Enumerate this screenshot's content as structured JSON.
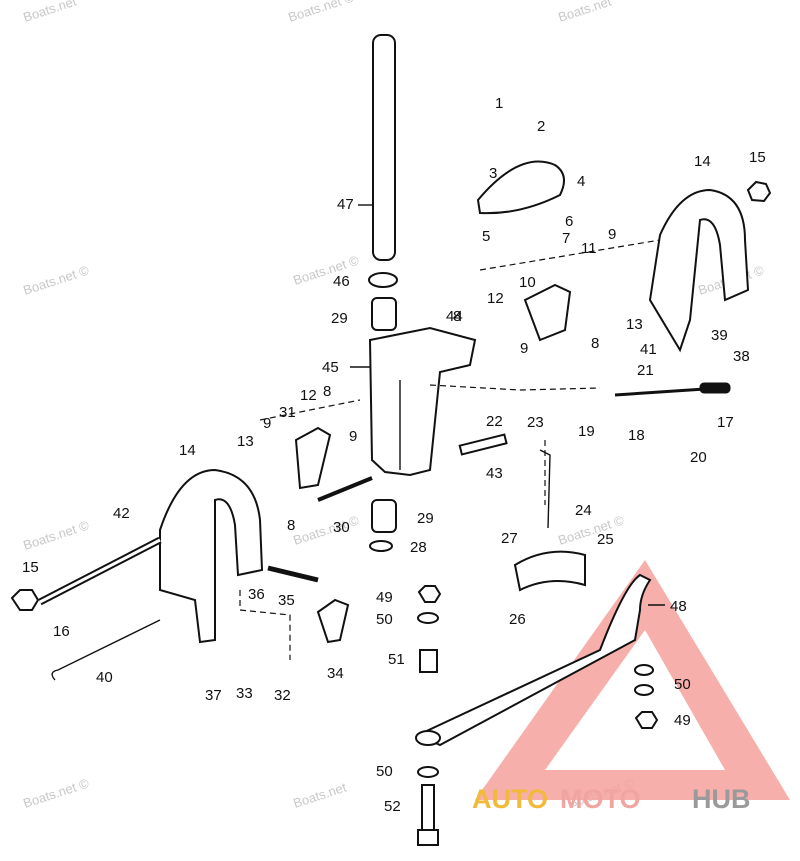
{
  "watermarks": [
    "Boats.net",
    "Boats.net ©",
    "Boats.net",
    "Boats.net ©",
    "Boats.net ©",
    "Boats.net ©",
    "Boats.net ©",
    "Boats.net ©",
    "Boats.net ©",
    "Boats.net",
    "Boats.net ©",
    "Boats.net ©"
  ],
  "brand": {
    "part1": "AUTO",
    "part2": "MOTO",
    "part3": "HUB"
  },
  "labels": [
    "1",
    "2",
    "3",
    "4",
    "5",
    "6",
    "7",
    "8",
    "9",
    "10",
    "11",
    "12",
    "13",
    "14",
    "15",
    "16",
    "17",
    "18",
    "19",
    "20",
    "21",
    "22",
    "23",
    "24",
    "25",
    "26",
    "27",
    "28",
    "29",
    "30",
    "31",
    "32",
    "33",
    "34",
    "35",
    "36",
    "37",
    "38",
    "39",
    "40",
    "41",
    "42",
    "43",
    "44",
    "45",
    "46",
    "47",
    "48",
    "49",
    "50",
    "51",
    "52"
  ]
}
